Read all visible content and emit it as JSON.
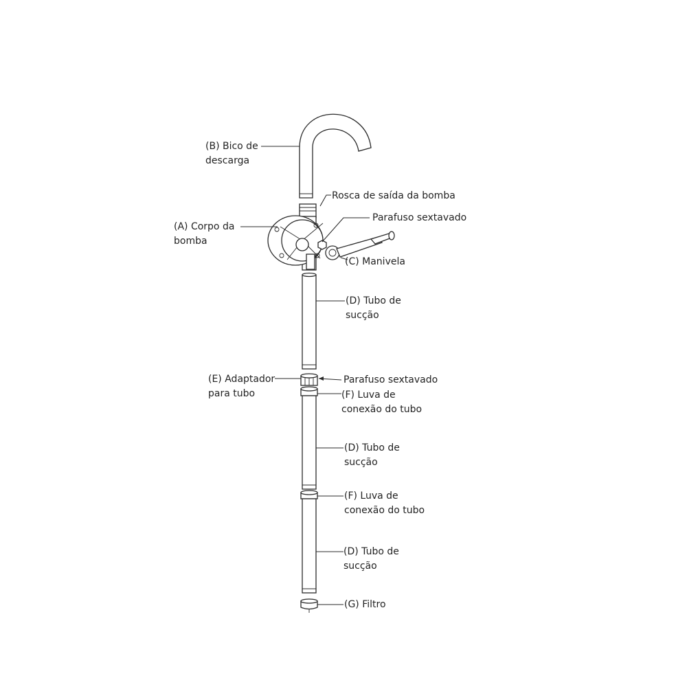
{
  "labels": {
    "discharge_spout": [
      "(B) Bico de",
      "descarga"
    ],
    "outlet_thread": [
      "Rosca de saída da bomba"
    ],
    "pump_body": [
      "(A) Corpo da",
      "bomba"
    ],
    "hex_screw_top": [
      "Parafuso sextavado"
    ],
    "crank": [
      "(C) Manivela"
    ],
    "suction_tube_1": [
      "(D) Tubo de",
      "sucção"
    ],
    "tube_adapter": [
      "(E) Adaptador",
      "para tubo"
    ],
    "hex_screw_adapter": [
      "Parafuso sextavado"
    ],
    "connection_sleeve_1": [
      "(F) Luva de",
      "conexão do tubo"
    ],
    "suction_tube_2": [
      "(D) Tubo de",
      "sucção"
    ],
    "connection_sleeve_2": [
      "(F) Luva de",
      "conexão do tubo"
    ],
    "suction_tube_3": [
      "(D) Tubo de",
      "sucção"
    ],
    "filter": [
      "(G) Filtro"
    ]
  }
}
